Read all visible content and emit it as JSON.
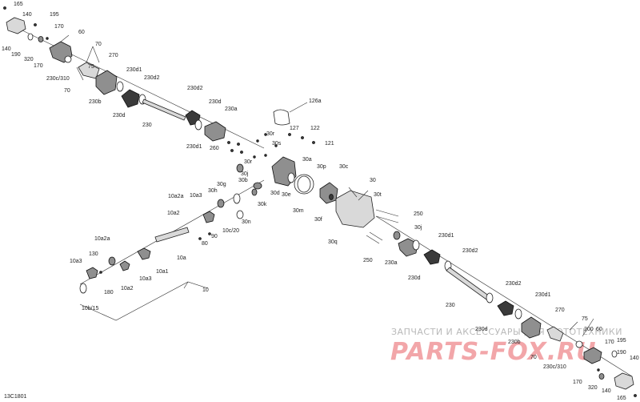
{
  "diagram_code": "13C1801",
  "watermark": {
    "top_text": "ЗАПЧАСТИ И АКСЕССУАРЫ ДЛЯ МОТОТЕХНИКИ",
    "logo_text": "PARTS-FOX.RU"
  },
  "labels": [
    {
      "id": "165_a",
      "text": "165"
    },
    {
      "id": "140_a",
      "text": "140"
    },
    {
      "id": "195_a",
      "text": "195"
    },
    {
      "id": "170_a",
      "text": "170"
    },
    {
      "id": "140_b",
      "text": "140"
    },
    {
      "id": "190_a",
      "text": "190"
    },
    {
      "id": "320_a",
      "text": "320"
    },
    {
      "id": "170_b",
      "text": "170"
    },
    {
      "id": "60",
      "text": "60"
    },
    {
      "id": "70_a",
      "text": "70"
    },
    {
      "id": "270_a",
      "text": "270"
    },
    {
      "id": "75_a",
      "text": "75"
    },
    {
      "id": "230c310_a",
      "text": "230c/310"
    },
    {
      "id": "70_b",
      "text": "70"
    },
    {
      "id": "230d1_a",
      "text": "230d1"
    },
    {
      "id": "230d2_a",
      "text": "230d2"
    },
    {
      "id": "230b_a",
      "text": "230b"
    },
    {
      "id": "230d_a",
      "text": "230d"
    },
    {
      "id": "230_a",
      "text": "230"
    },
    {
      "id": "230d2_b",
      "text": "230d2"
    },
    {
      "id": "230d_b",
      "text": "230d"
    },
    {
      "id": "230a_a",
      "text": "230a"
    },
    {
      "id": "230d1_b",
      "text": "230d1"
    },
    {
      "id": "260",
      "text": "260"
    },
    {
      "id": "126a",
      "text": "126a"
    },
    {
      "id": "127",
      "text": "127"
    },
    {
      "id": "122",
      "text": "122"
    },
    {
      "id": "121",
      "text": "121"
    },
    {
      "id": "30r_a",
      "text": "30r"
    },
    {
      "id": "30s",
      "text": "30s"
    },
    {
      "id": "30r_b",
      "text": "30r"
    },
    {
      "id": "30j_a",
      "text": "30j"
    },
    {
      "id": "30a",
      "text": "30a"
    },
    {
      "id": "30p",
      "text": "30p"
    },
    {
      "id": "30c",
      "text": "30c"
    },
    {
      "id": "30",
      "text": "30"
    },
    {
      "id": "30g",
      "text": "30g"
    },
    {
      "id": "30b",
      "text": "30b"
    },
    {
      "id": "30d",
      "text": "30d"
    },
    {
      "id": "30e",
      "text": "30e"
    },
    {
      "id": "30t",
      "text": "30t"
    },
    {
      "id": "30h",
      "text": "30h"
    },
    {
      "id": "30k",
      "text": "30k"
    },
    {
      "id": "30m",
      "text": "30m"
    },
    {
      "id": "30f",
      "text": "30f"
    },
    {
      "id": "30n",
      "text": "30n"
    },
    {
      "id": "30q",
      "text": "30q"
    },
    {
      "id": "10a2a_a",
      "text": "10a2a"
    },
    {
      "id": "10a3_a",
      "text": "10a3"
    },
    {
      "id": "10a2_a",
      "text": "10a2"
    },
    {
      "id": "10c20",
      "text": "10c/20"
    },
    {
      "id": "90",
      "text": "90"
    },
    {
      "id": "80",
      "text": "80"
    },
    {
      "id": "10a2a_b",
      "text": "10a2a"
    },
    {
      "id": "10a",
      "text": "10a"
    },
    {
      "id": "130",
      "text": "130"
    },
    {
      "id": "10a3_b",
      "text": "10a3"
    },
    {
      "id": "10a1",
      "text": "10a1"
    },
    {
      "id": "10a3_c",
      "text": "10a3"
    },
    {
      "id": "180",
      "text": "180"
    },
    {
      "id": "10a2_b",
      "text": "10a2"
    },
    {
      "id": "10",
      "text": "10"
    },
    {
      "id": "10b15",
      "text": "10b/15"
    },
    {
      "id": "250_a",
      "text": "250"
    },
    {
      "id": "250_b",
      "text": "250"
    },
    {
      "id": "30j_b",
      "text": "30j"
    },
    {
      "id": "230d1_c",
      "text": "230d1"
    },
    {
      "id": "230a_b",
      "text": "230a"
    },
    {
      "id": "230d2_c",
      "text": "230d2"
    },
    {
      "id": "230d_c",
      "text": "230d"
    },
    {
      "id": "230_b",
      "text": "230"
    },
    {
      "id": "230d2_d",
      "text": "230d2"
    },
    {
      "id": "230d1_d",
      "text": "230d1"
    },
    {
      "id": "270_b",
      "text": "270"
    },
    {
      "id": "75_b",
      "text": "75"
    },
    {
      "id": "230d_d",
      "text": "230d"
    },
    {
      "id": "230b_b",
      "text": "230b"
    },
    {
      "id": "70_c",
      "text": "70"
    },
    {
      "id": "230c310_b",
      "text": "230c/310"
    },
    {
      "id": "200",
      "text": "200"
    },
    {
      "id": "60_b",
      "text": "60"
    },
    {
      "id": "170_c",
      "text": "170"
    },
    {
      "id": "195_b",
      "text": "195"
    },
    {
      "id": "190_b",
      "text": "190"
    },
    {
      "id": "140_c",
      "text": "140"
    },
    {
      "id": "170_d",
      "text": "170"
    },
    {
      "id": "320_b",
      "text": "320"
    },
    {
      "id": "140_d",
      "text": "140"
    },
    {
      "id": "165_b",
      "text": "165"
    }
  ]
}
